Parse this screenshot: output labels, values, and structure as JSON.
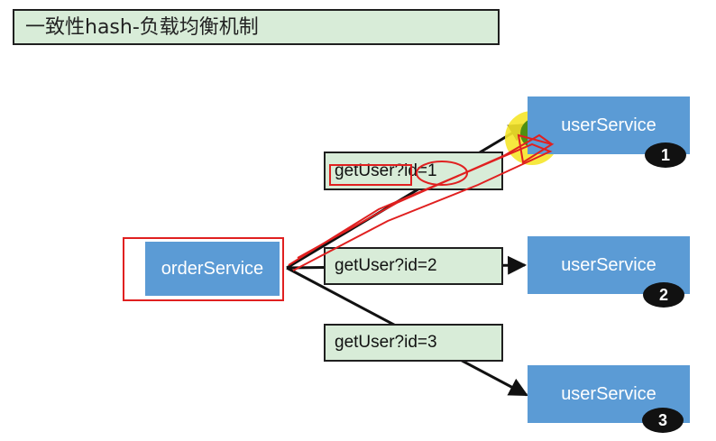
{
  "title": "一致性hash-负载均衡机制",
  "source_node": {
    "label": "orderService"
  },
  "targets": [
    {
      "label": "userService",
      "badge": "1"
    },
    {
      "label": "userService",
      "badge": "2"
    },
    {
      "label": "userService",
      "badge": "3"
    }
  ],
  "requests": [
    {
      "label": "getUser?id=1"
    },
    {
      "label": "getUser?id=2"
    },
    {
      "label": "getUser?id=3"
    }
  ],
  "colors": {
    "node": "#5b9bd5",
    "label_bg": "#d8ecd8",
    "annotation": "#e02020",
    "cursor_highlight": "#f5e52a"
  }
}
